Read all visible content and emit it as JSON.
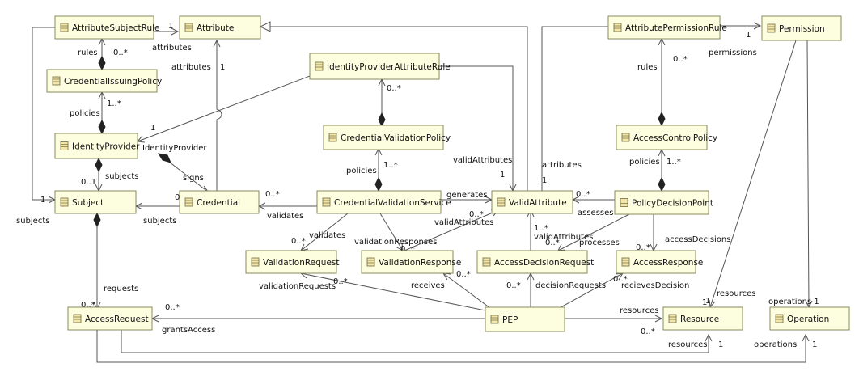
{
  "classes": [
    "AttributeSubjectRule",
    "Attribute",
    "CredentialIssuingPolicy",
    "IdentityProvider",
    "Subject",
    "Credential",
    "IdentityProviderAttributeRule",
    "CredentialValidationPolicy",
    "CredentialValidationService",
    "ValidAttribute",
    "AttributePermissionRule",
    "Permission",
    "AccessControlPolicy",
    "PolicyDecisionPoint",
    "ValidationRequest",
    "ValidationResponse",
    "AccessDecisionRequest",
    "AccessResponse",
    "AccessRequest",
    "PEP",
    "Resource",
    "Operation"
  ],
  "labels": [
    "1",
    "attributes",
    "rules",
    "0..*",
    "policies",
    "1..*",
    "1",
    "IdentityProvider",
    "0..1",
    "subjects",
    "signs",
    "0..*",
    "1",
    "1",
    "subjects",
    "subjects",
    "attributes",
    "1",
    "rules",
    "0..*",
    "policies",
    "1..*",
    "validAttributes",
    "1",
    "0..*",
    "validates",
    "generates",
    "0..*",
    "validAttributes",
    "validates",
    "0..*",
    "validationResponses",
    "0..*",
    "attributes",
    "1",
    "1",
    "permissions",
    "rules",
    "0..*",
    "policies",
    "1..*",
    "0..*",
    "assesses",
    "1..*",
    "validAttributes",
    "0..*",
    "processes",
    "accessDecisions",
    "0..*",
    "validationRequests",
    "0..*",
    "receives",
    "0..*",
    "0..*",
    "decisionRequests",
    "0..*",
    "recievesDecision",
    "requests",
    "0..*",
    "0..*",
    "grantsAccess",
    "resources",
    "1",
    "0..*",
    "resources",
    "1",
    "resources",
    "1",
    "operations 1",
    "operations",
    "1"
  ]
}
